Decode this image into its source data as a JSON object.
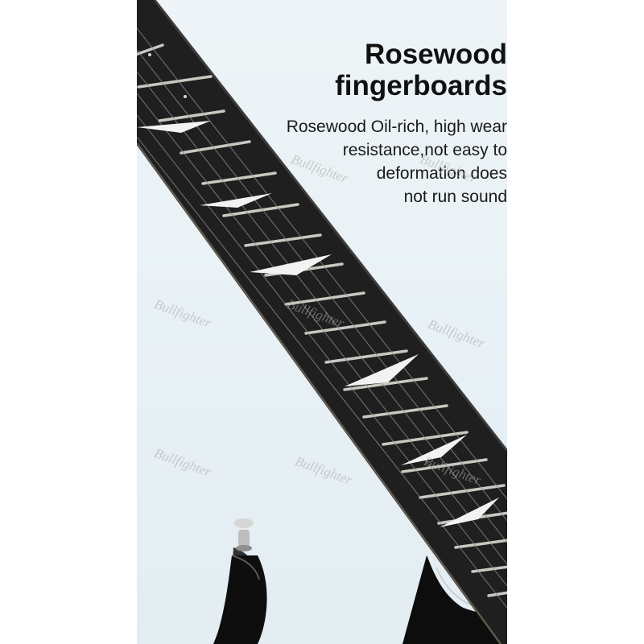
{
  "title": {
    "line1": "Rosewood",
    "line2": "fingerboards"
  },
  "description": {
    "line1": "Rosewood Oil-rich, high wear",
    "line2": "resistance,not easy to",
    "line3": "deformation does",
    "line4": "not run sound"
  },
  "watermark": "Bullfighter",
  "colors": {
    "panel_background": "#e8f1f5",
    "fingerboard": "#1f1f1f",
    "fret": "#c9c9c2",
    "inlay": "#f2f2f2",
    "body": "#151515"
  },
  "subject": {
    "inlay_shape": "shark-fin",
    "inlay_count": 6
  }
}
